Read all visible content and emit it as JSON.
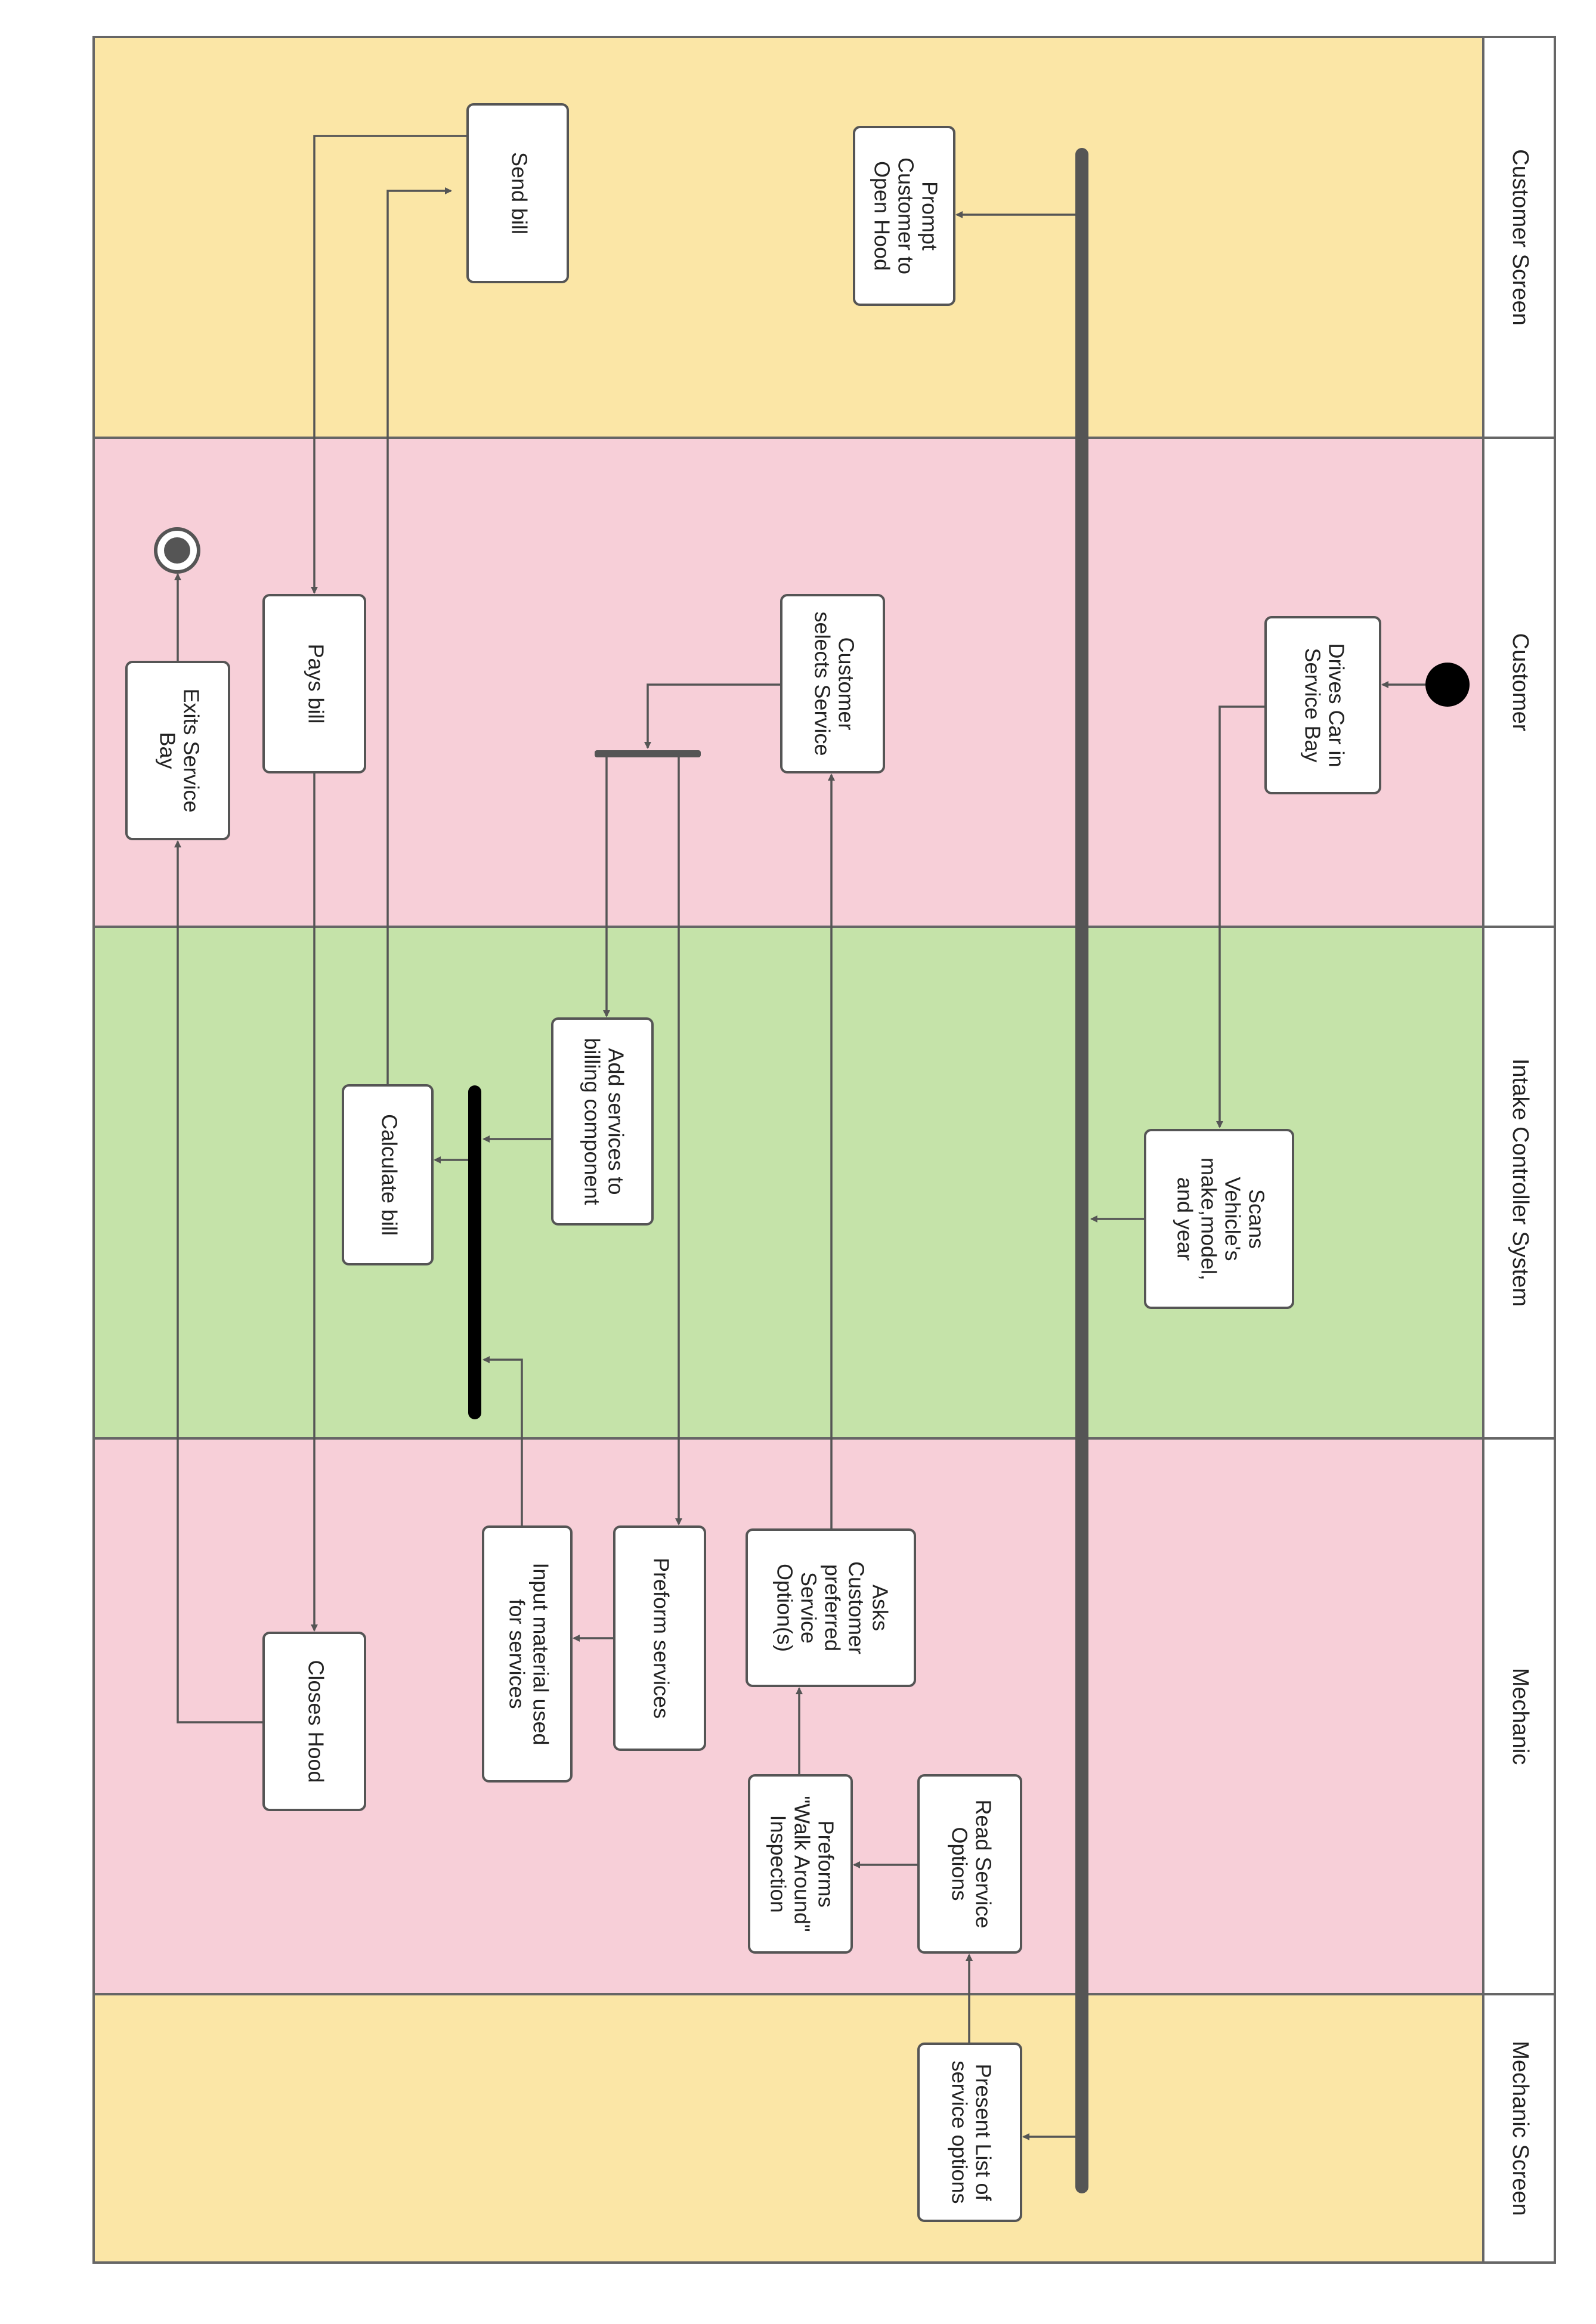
{
  "lanes": [
    {
      "id": "customer-screen",
      "label": "Customer Screen",
      "color": "#fbe6a6"
    },
    {
      "id": "customer",
      "label": "Customer",
      "color": "#f7cfd8"
    },
    {
      "id": "intake-controller-system",
      "label": "Intake Controller System",
      "color": "#c5e3a9"
    },
    {
      "id": "mechanic",
      "label": "Mechanic",
      "color": "#f7cfd8"
    },
    {
      "id": "mechanic-screen",
      "label": "Mechanic Screen",
      "color": "#fbe6a6"
    }
  ],
  "activities": {
    "drives_car": [
      "Drives Car in",
      "Service Bay"
    ],
    "scans_vehicle": [
      "Scans",
      "Vehicle's",
      "make,model,",
      "and year"
    ],
    "prompt_open_hood": [
      "Prompt",
      "Customer to",
      "Open Hood"
    ],
    "present_list": [
      "Present List of",
      "service options"
    ],
    "read_options": [
      "Read Service",
      "Options"
    ],
    "walk_around": [
      "Preforms",
      "\"Walk Around\"",
      "Inspection"
    ],
    "asks_customer": [
      "Asks",
      "Customer",
      "preferred",
      "Service",
      "Option(s)"
    ],
    "customer_selects": [
      "Customer",
      "selects Service"
    ],
    "add_services": [
      "Add services to",
      "billing component"
    ],
    "preform_services": [
      "Preform services"
    ],
    "input_material": [
      "Input material used",
      "for services"
    ],
    "calculate_bill": [
      "Calculate bill"
    ],
    "send_bill": [
      "Send bill"
    ],
    "pays_bill": [
      "Pays bill"
    ],
    "closes_hood": [
      "Closes Hood"
    ],
    "exits_bay": [
      "Exits Service",
      "Bay"
    ]
  },
  "colors": {
    "line": "#555555",
    "box_border": "#555555",
    "box_fill": "#ffffff",
    "sync_bar": "#555555",
    "join_bar": "#000000"
  }
}
